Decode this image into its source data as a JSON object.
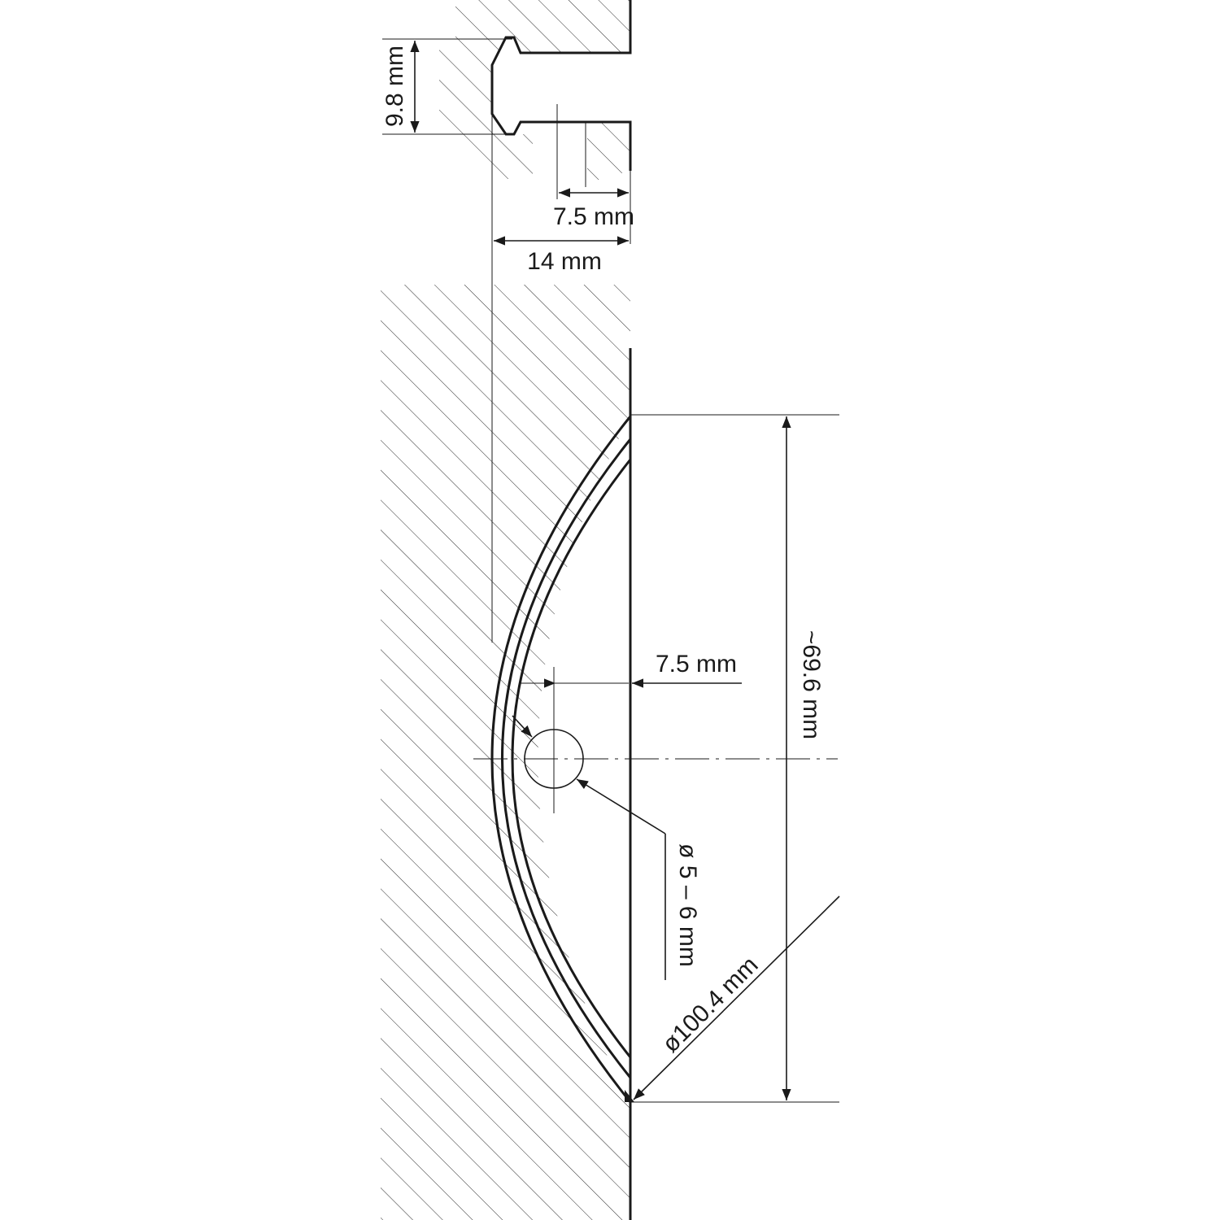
{
  "dimensions": {
    "groove_height": "9.8 mm",
    "groove_inner_width": "7.5 mm",
    "groove_total_width": "14 mm",
    "hole_offset": "7.5 mm",
    "channel_height": "~69.6 mm",
    "hole_diameter": "ø 5 – 6 mm",
    "arc_diameter": "ø100.4 mm"
  },
  "colors": {
    "line": "#1a1a1a",
    "hatch": "#2a2a2a",
    "background": "#ffffff"
  }
}
